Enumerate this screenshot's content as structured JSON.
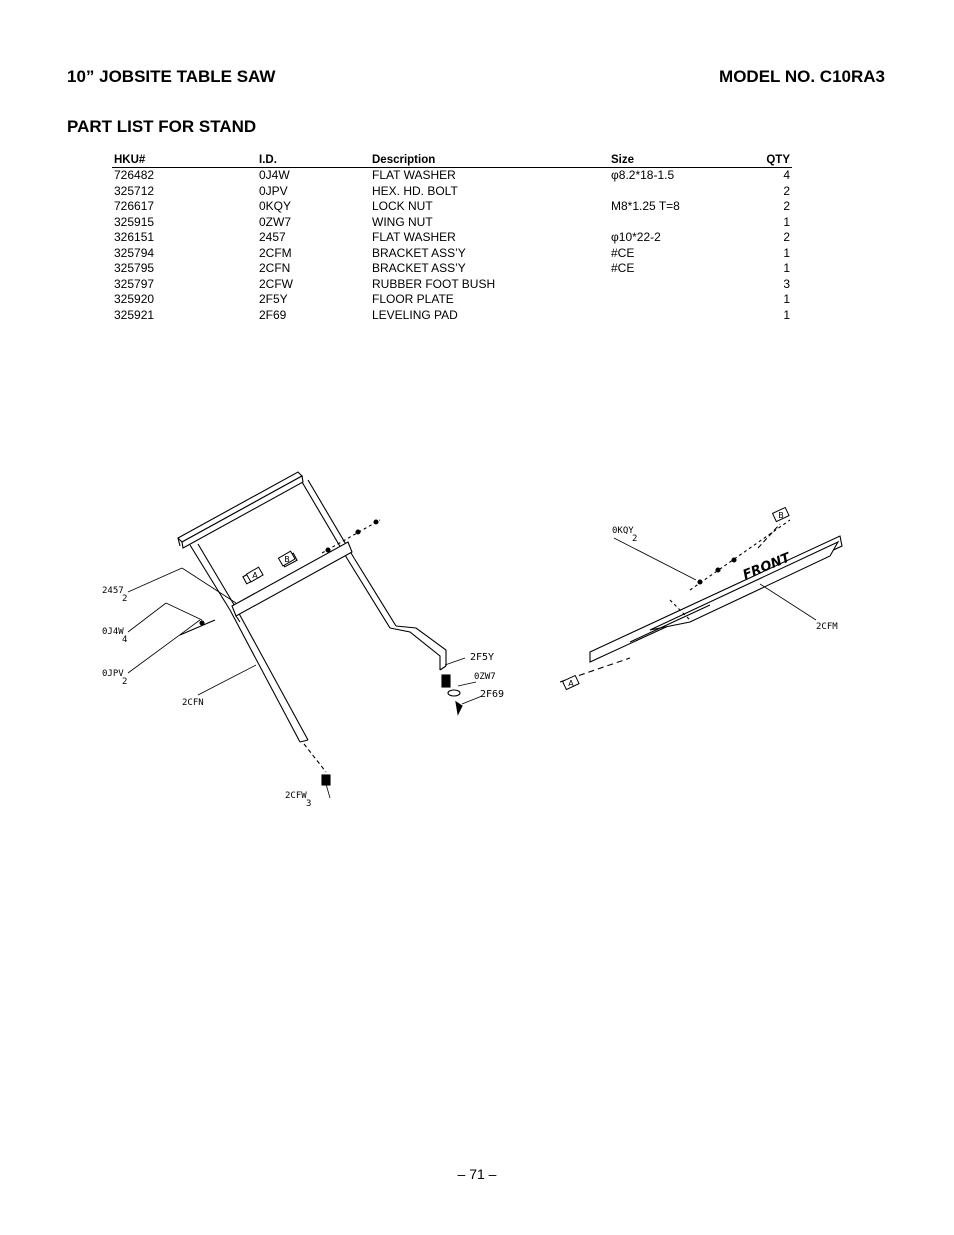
{
  "header": {
    "title": "10” JOBSITE TABLE SAW",
    "model": "MODEL NO. C10RA3"
  },
  "section_title": "PART LIST FOR STAND",
  "parts_table": {
    "columns": [
      "HKU#",
      "I.D.",
      "Description",
      "Size",
      "QTY"
    ],
    "rows": [
      [
        "726482",
        "0J4W",
        "FLAT WASHER",
        "φ8.2*18-1.5",
        "4"
      ],
      [
        "325712",
        "0JPV",
        "HEX. HD. BOLT",
        "",
        "2"
      ],
      [
        "726617",
        "0KQY",
        "LOCK NUT",
        "M8*1.25 T=8",
        "2"
      ],
      [
        "325915",
        "0ZW7",
        "WING NUT",
        "",
        "1"
      ],
      [
        "326151",
        "2457",
        "FLAT WASHER",
        "φ10*22-2",
        "2"
      ],
      [
        "325794",
        "2CFM",
        "BRACKET ASS’Y",
        "#CE",
        "1"
      ],
      [
        "325795",
        "2CFN",
        "BRACKET ASS’Y",
        "#CE",
        "1"
      ],
      [
        "325797",
        "2CFW",
        "RUBBER FOOT BUSH",
        "",
        "3"
      ],
      [
        "325920",
        "2F5Y",
        "FLOOR PLATE",
        "",
        "1"
      ],
      [
        "325921",
        "2F69",
        "LEVELING PAD",
        "",
        "1"
      ]
    ]
  },
  "diagram": {
    "callouts": {
      "c2457": "2457",
      "c2457q": "2",
      "c0J4W": "0J4W",
      "c0J4Wq": "4",
      "c0JPV": "0JPV",
      "c0JPVq": "2",
      "c2CFN": "2CFN",
      "c2CFW": "2CFW",
      "c2CFWq": "3",
      "c2F5Y": "2F5Y",
      "c0ZW7": "0ZW7",
      "c2F69": "2F69",
      "c0KQY": "0KQY",
      "c0KQYq": "2",
      "c2CFM": "2CFM"
    },
    "markers": {
      "a": "A",
      "b": "B",
      "front": "FRONT"
    }
  },
  "footer": {
    "page_number": "– 71 –"
  }
}
